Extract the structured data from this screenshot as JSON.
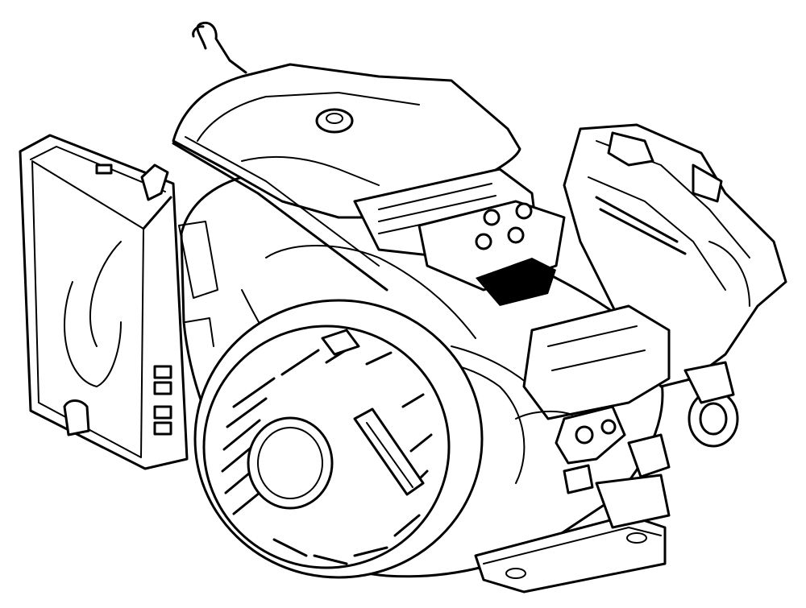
{
  "figure": {
    "subject": "engine-line-drawing",
    "colors": {
      "line": "#000000",
      "background": "#ffffff"
    },
    "parts": [
      "air-cleaner-cover",
      "fuel-tank",
      "recoil-starter",
      "cylinder-head",
      "carburetor",
      "muffler",
      "crankcase",
      "mounting-base",
      "output-shaft"
    ]
  }
}
